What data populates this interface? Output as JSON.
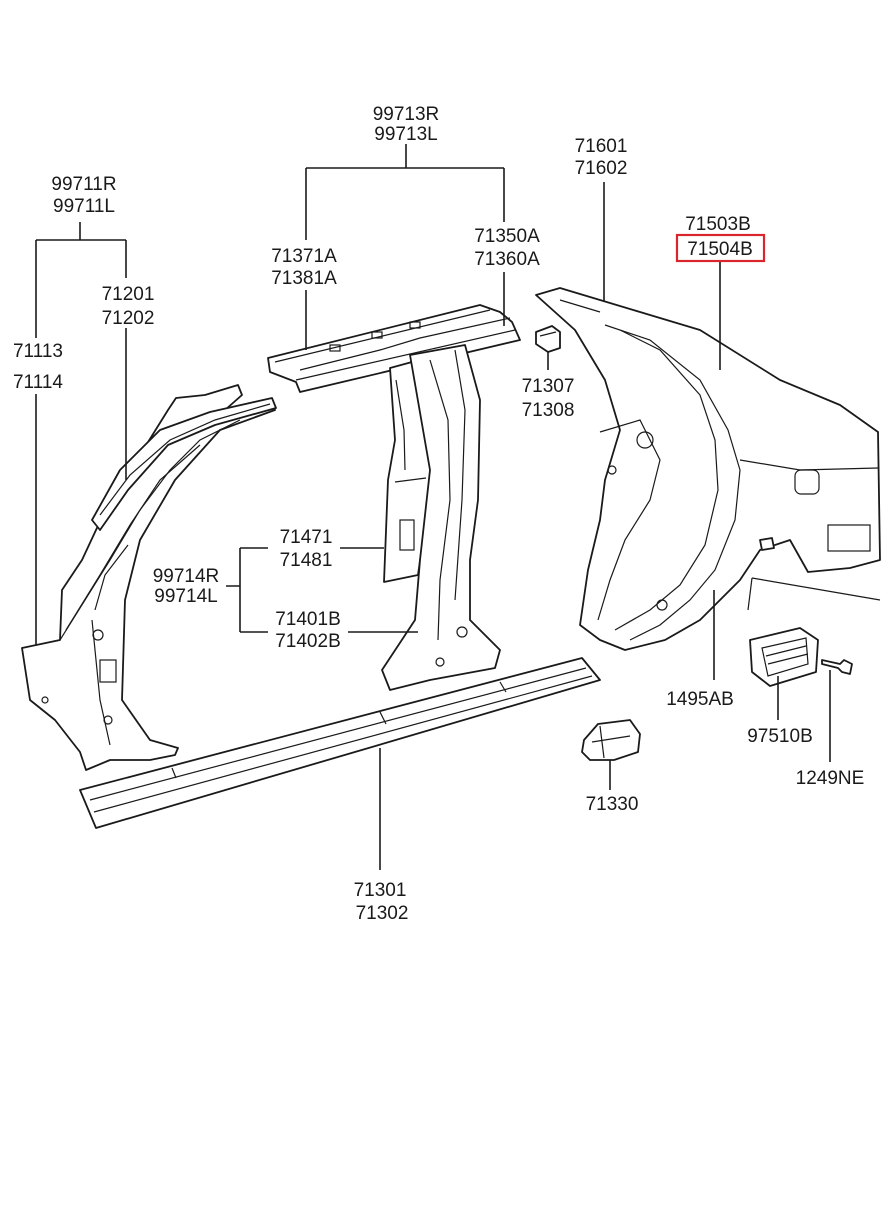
{
  "colors": {
    "highlight": "#d9262c",
    "ink": "#1a1a1a"
  },
  "labels": {
    "p99711": [
      "99711R",
      "99711L"
    ],
    "p71113": [
      "71113",
      "71114"
    ],
    "p71201": [
      "71201",
      "71202"
    ],
    "p99713": [
      "99713R",
      "99713L"
    ],
    "p71371": [
      "71371A",
      "71381A"
    ],
    "p71350": [
      "71350A",
      "71360A"
    ],
    "p71307": [
      "71307",
      "71308"
    ],
    "p71601": [
      "71601",
      "71602"
    ],
    "p71503": [
      "71503B",
      "71504B"
    ],
    "p71471": [
      "71471",
      "71481"
    ],
    "p99714": [
      "99714R",
      "99714L"
    ],
    "p71401": [
      "71401B",
      "71402B"
    ],
    "p1495": [
      "1495AB"
    ],
    "p97510": [
      "97510B"
    ],
    "p1249": [
      "1249NE"
    ],
    "p71330": [
      "71330"
    ],
    "p71301": [
      "71301",
      "71302"
    ]
  },
  "highlighted_part": "71504B"
}
